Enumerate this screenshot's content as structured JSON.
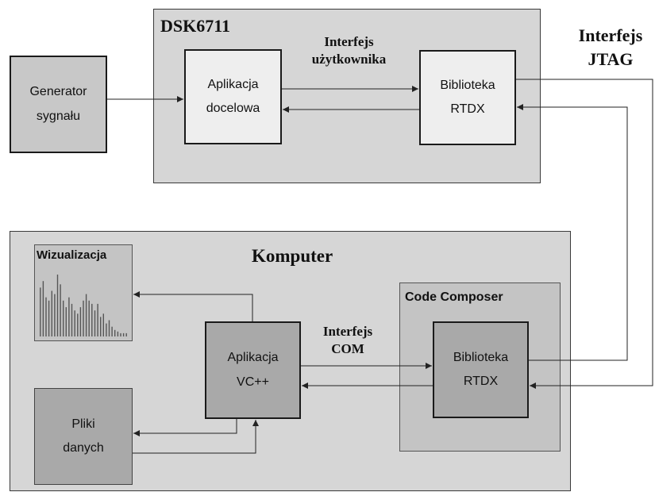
{
  "colors": {
    "container": "#d6d6d6",
    "node_light": "#eeeeee",
    "node_mid": "#c8c8c8",
    "node_dark": "#a9a9a9",
    "line": "#222222"
  },
  "dsk": {
    "title": "DSK6711",
    "app_line1": "Aplikacja",
    "app_line2": "docelowa",
    "rtdx_line1": "Biblioteka",
    "rtdx_line2": "RTDX",
    "user_if_line1": "Interfejs",
    "user_if_line2": "użytkownika"
  },
  "generator": {
    "line1": "Generator",
    "line2": "sygnału"
  },
  "jtag": {
    "line1": "Interfejs",
    "line2": "JTAG"
  },
  "computer": {
    "title": "Komputer",
    "viz_label": "Wizualizacja",
    "viz_bars": [
      15,
      17,
      12,
      11,
      14,
      13,
      19,
      16,
      11,
      9,
      12,
      10,
      8,
      7,
      9,
      11,
      13,
      11,
      10,
      8,
      10,
      6,
      7,
      4,
      5,
      3,
      2,
      1.5,
      1,
      1,
      1
    ],
    "vc_line1": "Aplikacja",
    "vc_line2": "VC++",
    "com_line1": "Interfejs",
    "com_line2": "COM",
    "files_line1": "Pliki",
    "files_line2": "danych",
    "cc_title": "Code Composer",
    "rtdx_line1": "Biblioteka",
    "rtdx_line2": "RTDX"
  }
}
